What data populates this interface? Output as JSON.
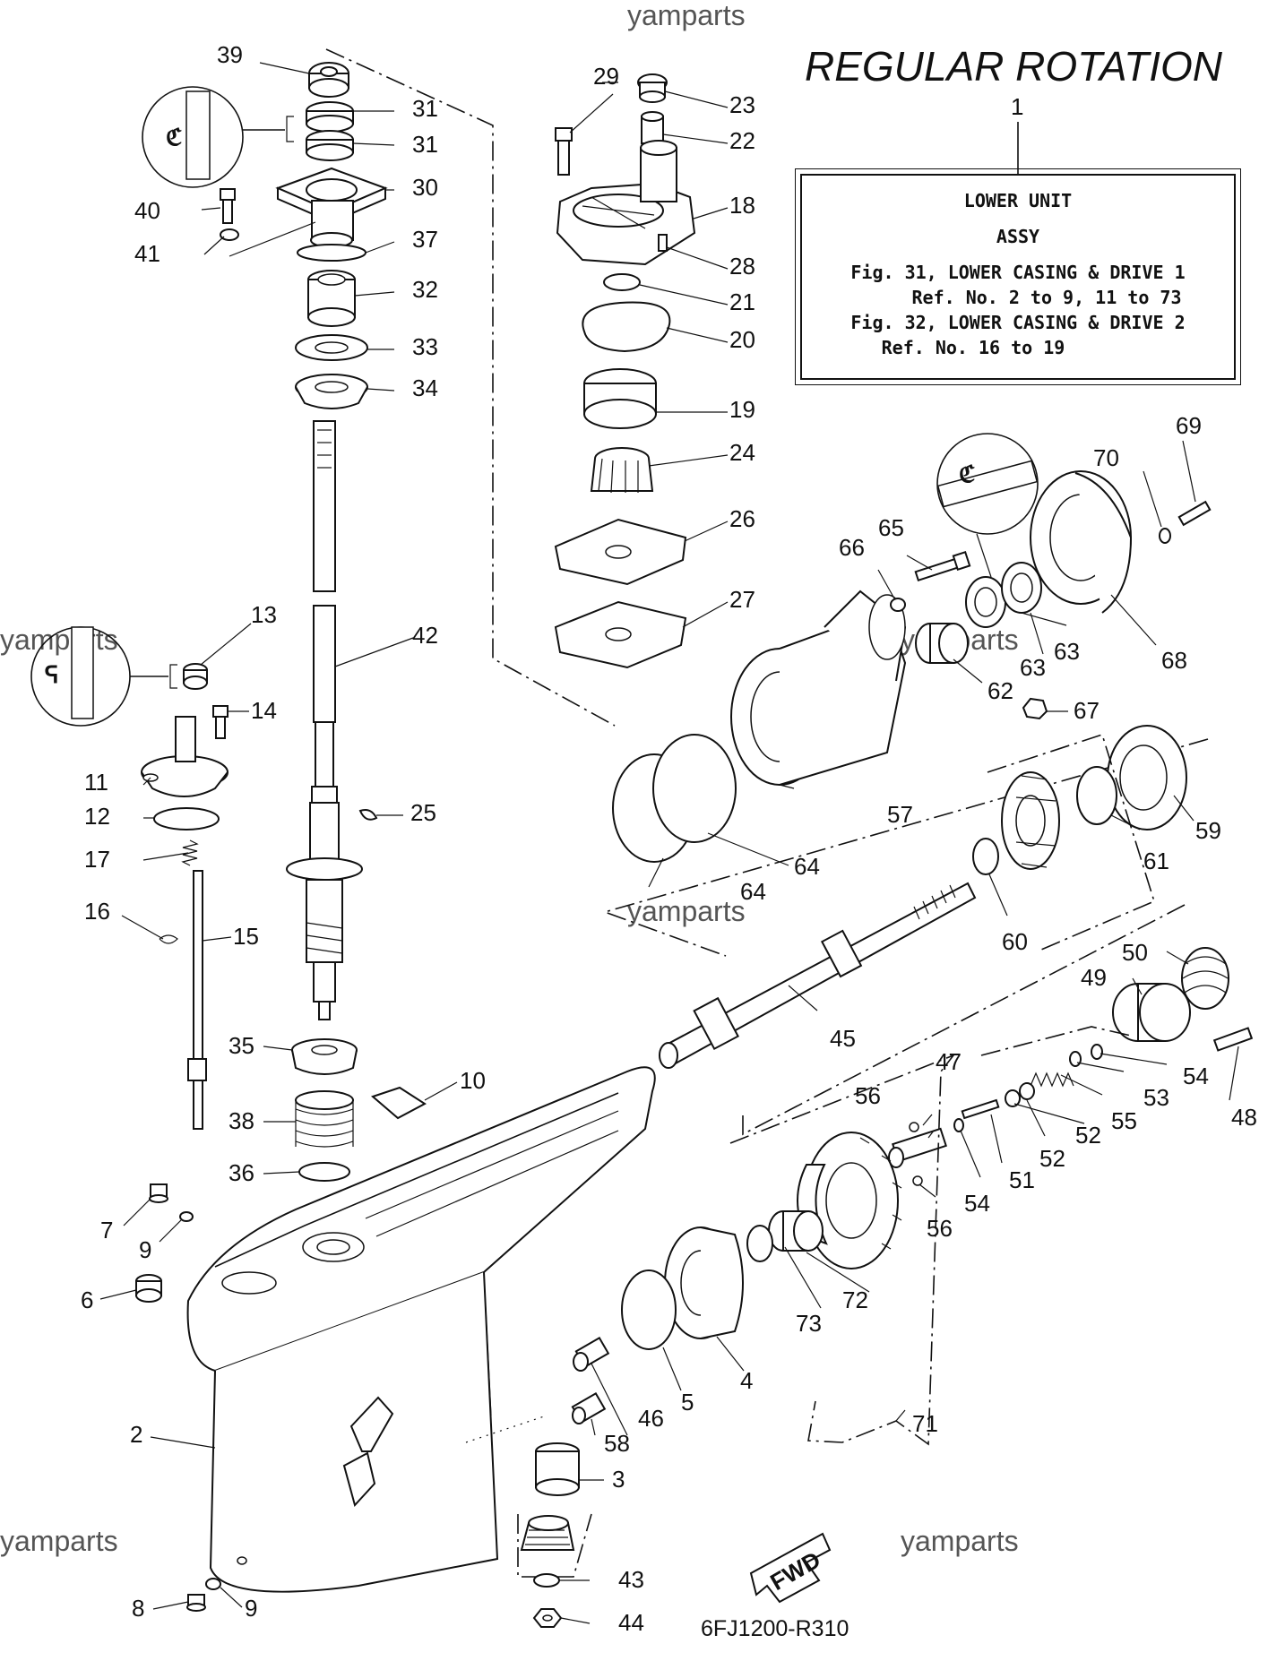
{
  "title": "REGULAR ROTATION",
  "diagram_code": "6FJ1200-R310",
  "watermarks": [
    "yamparts",
    "yamparts",
    "yamparts",
    "yamparts",
    "yamparts",
    "yamparts"
  ],
  "info_box": {
    "ref_number": "1",
    "line1": "LOWER UNIT",
    "line2": "ASSY",
    "line3": "Fig. 31, LOWER CASING & DRIVE 1",
    "line4": "Ref. No. 2 to 9, 11 to 73",
    "line5": "Fig. 32, LOWER CASING & DRIVE 2",
    "line6": "Ref. No. 16 to 19"
  },
  "fwd_label": "FWD",
  "callouts": [
    "2",
    "3",
    "4",
    "5",
    "6",
    "7",
    "8",
    "9",
    "9",
    "10",
    "11",
    "12",
    "13",
    "14",
    "15",
    "16",
    "17",
    "18",
    "19",
    "20",
    "21",
    "22",
    "23",
    "24",
    "25",
    "26",
    "27",
    "28",
    "29",
    "30",
    "31",
    "31",
    "32",
    "33",
    "34",
    "35",
    "36",
    "37",
    "38",
    "39",
    "40",
    "41",
    "42",
    "43",
    "44",
    "45",
    "46",
    "47",
    "48",
    "49",
    "50",
    "51",
    "52",
    "52",
    "53",
    "54",
    "54",
    "55",
    "56",
    "56",
    "57",
    "58",
    "59",
    "60",
    "61",
    "62",
    "63",
    "63",
    "64",
    "64",
    "65",
    "66",
    "67",
    "68",
    "69",
    "70",
    "71",
    "72",
    "73"
  ]
}
